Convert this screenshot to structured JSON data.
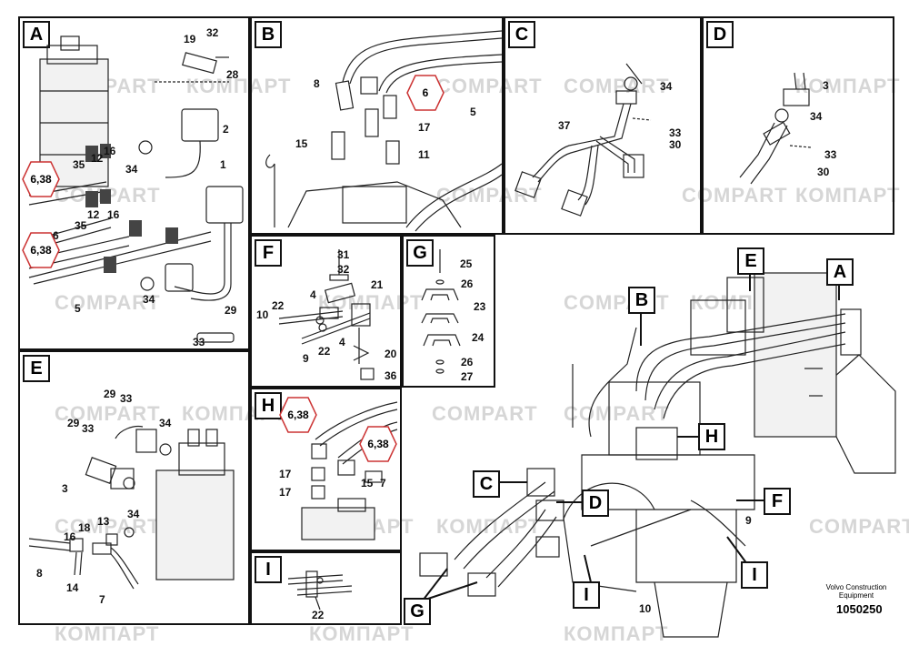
{
  "watermark": "COMPART",
  "watermark_cyr": "КОМПАРТ",
  "panels": {
    "A": {
      "label": "A",
      "numbers": [
        "19",
        "32",
        "28",
        "2",
        "16",
        "12",
        "35",
        "34",
        "1",
        "16",
        "12",
        "35",
        "6",
        "34",
        "29",
        "33",
        "5"
      ],
      "refs": [
        "6,38",
        "6,38"
      ]
    },
    "B": {
      "label": "B",
      "numbers": [
        "8",
        "15",
        "17",
        "11",
        "5"
      ],
      "refs": [
        "6"
      ]
    },
    "C": {
      "label": "C",
      "numbers": [
        "34",
        "37",
        "33",
        "30"
      ]
    },
    "D": {
      "label": "D",
      "numbers": [
        "3",
        "34",
        "33",
        "30"
      ]
    },
    "E": {
      "label": "E",
      "numbers": [
        "29",
        "33",
        "29",
        "33",
        "34",
        "3",
        "34",
        "13",
        "18",
        "16",
        "8",
        "14",
        "7"
      ]
    },
    "F": {
      "label": "F",
      "numbers": [
        "31",
        "32",
        "21",
        "4",
        "22",
        "10",
        "9",
        "22",
        "4",
        "20",
        "36"
      ]
    },
    "G": {
      "label": "G",
      "numbers": [
        "25",
        "26",
        "23",
        "24",
        "26",
        "27"
      ]
    },
    "H": {
      "label": "H",
      "numbers": [
        "17",
        "17",
        "15",
        "7"
      ],
      "refs": [
        "6,38",
        "6,38"
      ]
    },
    "I": {
      "label": "I",
      "numbers": [
        "22"
      ]
    }
  },
  "overview": {
    "callouts": [
      "E",
      "A",
      "B",
      "H",
      "C",
      "D",
      "F",
      "I",
      "I",
      "G"
    ],
    "numbers": [
      "9",
      "10"
    ]
  },
  "footer": {
    "brand_line1": "Volvo Construction",
    "brand_line2": "Equipment",
    "doc_id": "1050250"
  }
}
